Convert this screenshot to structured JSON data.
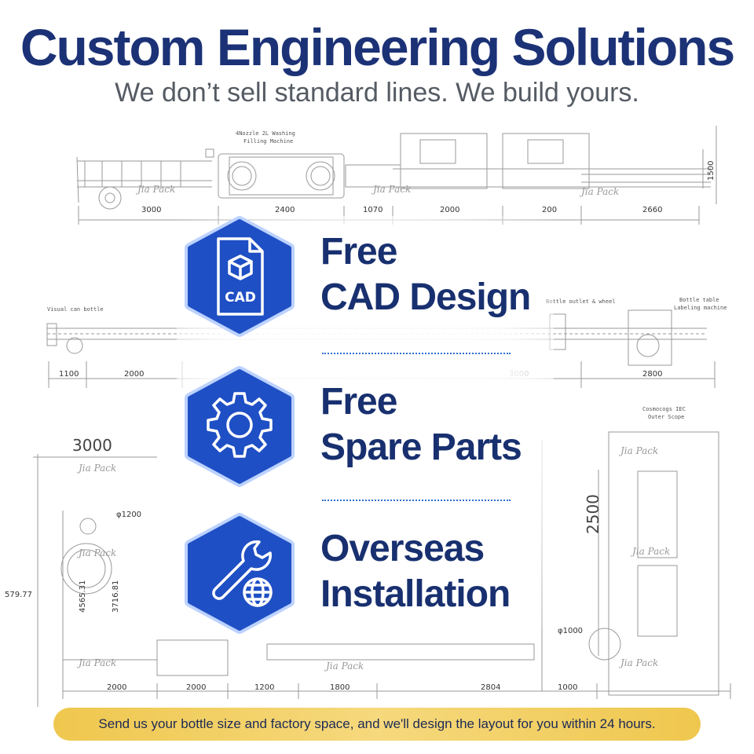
{
  "header": {
    "title": "Custom Engineering Solutions",
    "subtitle": "We don’t sell standard lines. We build yours."
  },
  "features": [
    {
      "icon": "cad-file-icon",
      "icon_label": "CAD",
      "line1": "Free",
      "line2": "CAD Design"
    },
    {
      "icon": "gear-icon",
      "line1": "Free",
      "line2": "Spare Parts"
    },
    {
      "icon": "wrench-globe-icon",
      "line1": "Overseas",
      "line2": "Installation"
    }
  ],
  "drawing": {
    "brand_watermark": "Jia Pack",
    "row1": {
      "labels": [
        "4Nozzle 2L Washing",
        "Filling Machine"
      ],
      "dims": [
        "3000",
        "2400",
        "1070",
        "2000",
        "200",
        "2660",
        "1500"
      ]
    },
    "row2": {
      "labels": [
        "Visual can bottle",
        "Bottle outlet & wheel",
        "Bottle table",
        "Labeling machine"
      ],
      "dims": [
        "1100",
        "2000",
        "3000",
        "2800"
      ]
    },
    "row3": {
      "labels": [
        "Cosmocogs IEC",
        "Outer Scope"
      ],
      "dims": [
        "3000",
        "φ1200",
        "579.77",
        "4565.31",
        "3716.81",
        "2500",
        "φ1000",
        "2000",
        "2000",
        "1200",
        "1800",
        "2804",
        "1000"
      ]
    }
  },
  "banner": {
    "text": "Send us your bottle size and factory space, and we'll design the layout for you within 24 hours."
  },
  "colors": {
    "title": "#1c3276",
    "subtitle": "#555b63",
    "hex_fill": "#1f4fc4",
    "feature_text": "#18306f",
    "banner_fill": "#f2cf60",
    "banner_text": "#1c2a55"
  }
}
